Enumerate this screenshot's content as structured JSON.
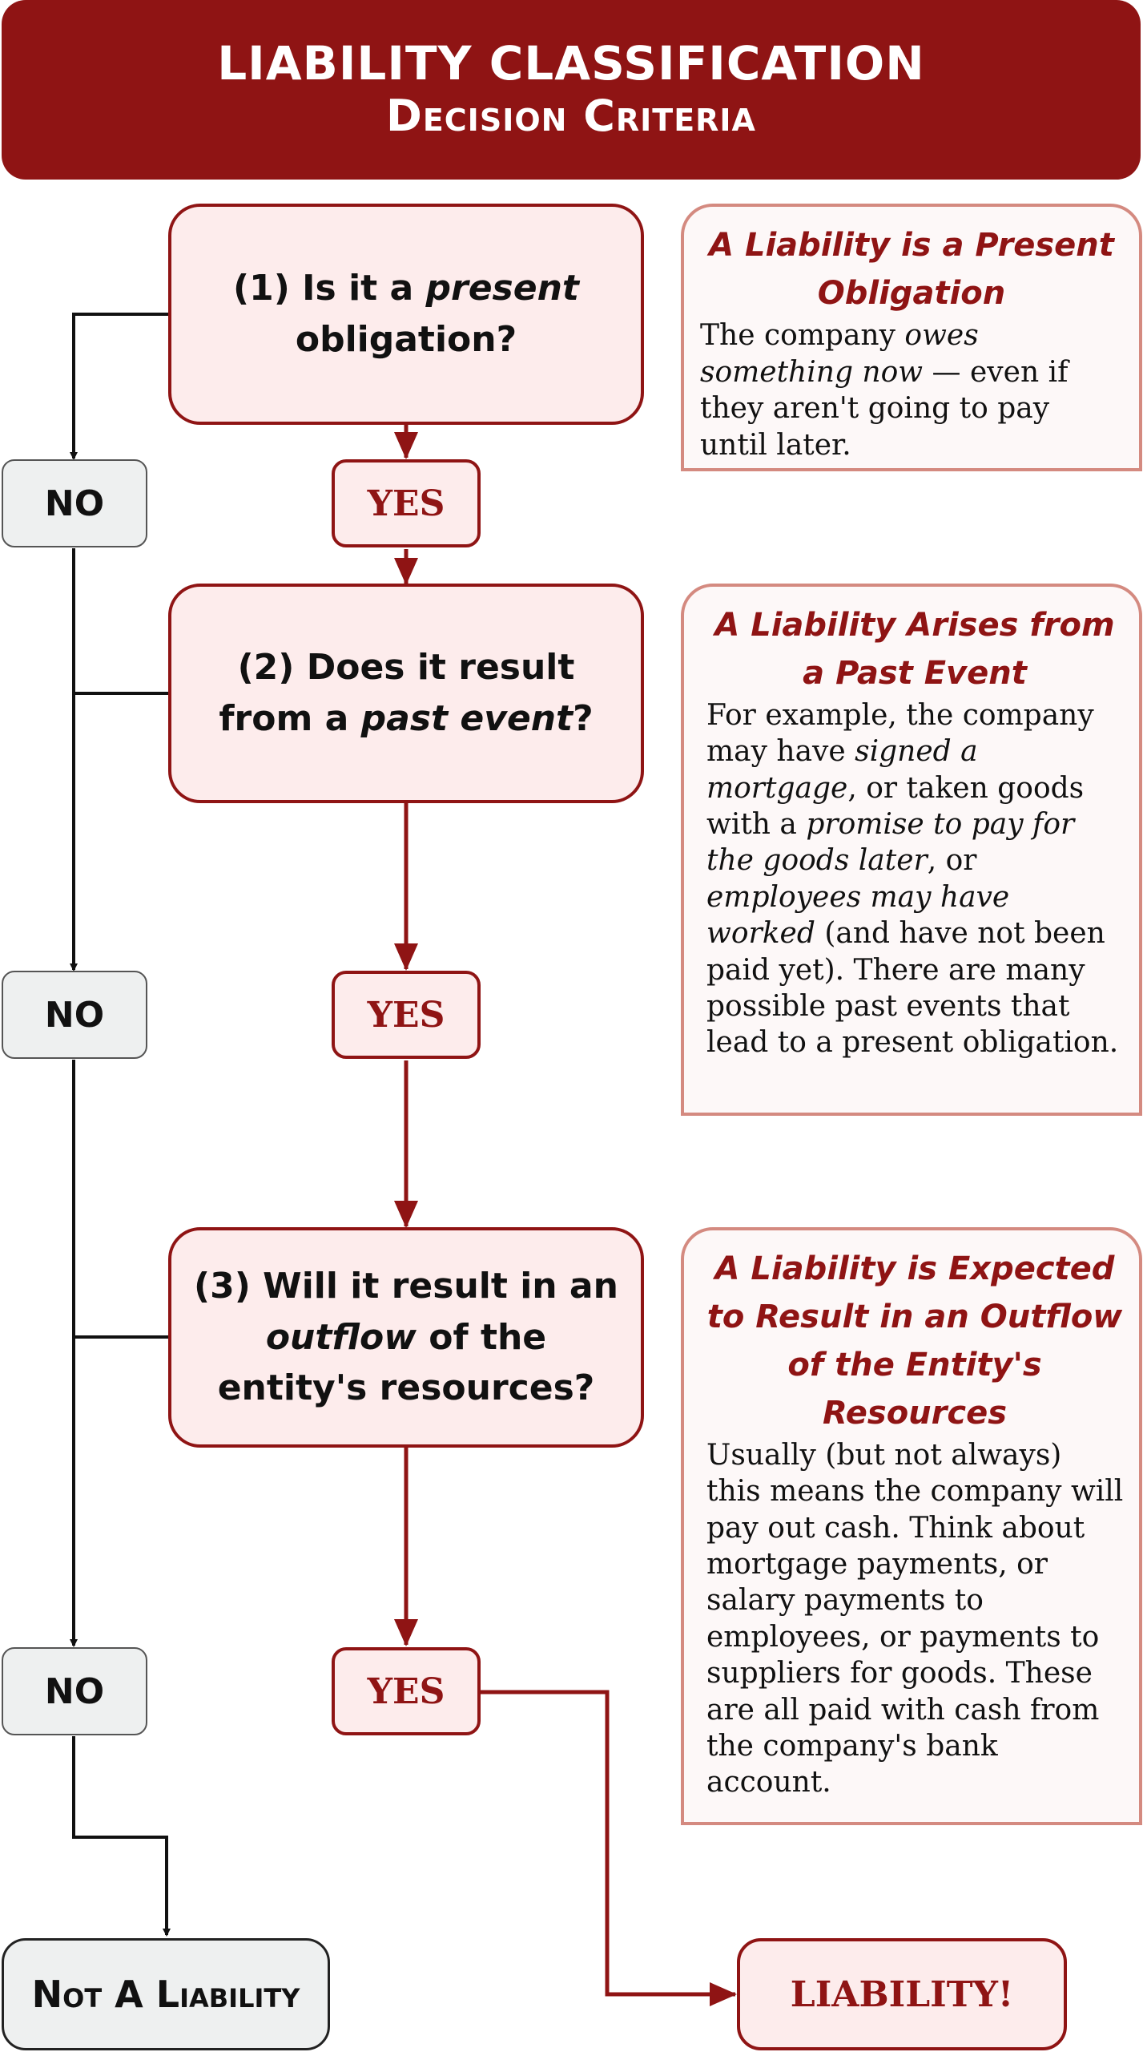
{
  "header": {
    "title": "LIABILITY CLASSIFICATION",
    "subtitle": "Decision Criteria"
  },
  "questions": [
    {
      "prefix": "(1) Is it a ",
      "emph": "present",
      "suffix": " obligation?"
    },
    {
      "prefix": "(2) Does it result from a ",
      "emph": "past event",
      "suffix": "?"
    },
    {
      "prefix": "(3) Will it result in an ",
      "emph": "outflow",
      "suffix": " of the entity's resources?"
    }
  ],
  "labels": {
    "yes": "YES",
    "no": "NO",
    "not_liability": "Not A Liability",
    "liability": "LIABILITY!"
  },
  "cards": [
    {
      "title": "A Liability is a Present Obligation",
      "body": [
        {
          "t": "The company "
        },
        {
          "t": "owes something now",
          "i": true
        },
        {
          "t": " — even if they aren't going to pay until later."
        }
      ]
    },
    {
      "title": "A Liability Arises from a Past Event",
      "body": [
        {
          "t": "For example, the company may have "
        },
        {
          "t": "signed a mortgage",
          "i": true
        },
        {
          "t": ", or taken goods with a "
        },
        {
          "t": "promise to pay for the goods later",
          "i": true
        },
        {
          "t": ", or "
        },
        {
          "t": "employees may have worked",
          "i": true
        },
        {
          "t": " (and have not been paid yet). There are many possible past events that lead to a present obligation."
        }
      ]
    },
    {
      "title": "A Liability is Expected to Result in an Outflow of the Entity's Resources",
      "body": [
        {
          "t": "Usually (but not always) this means the company will pay out cash. Think about mortgage payments, or salary payments to employees, or payments to suppliers for goods. These are all paid with cash from the company's bank account."
        }
      ]
    }
  ],
  "colors": {
    "accent": "#8f1414",
    "question_fill": "#fdecec",
    "card_border": "#d48a80",
    "no_fill": "#eef0f0"
  }
}
